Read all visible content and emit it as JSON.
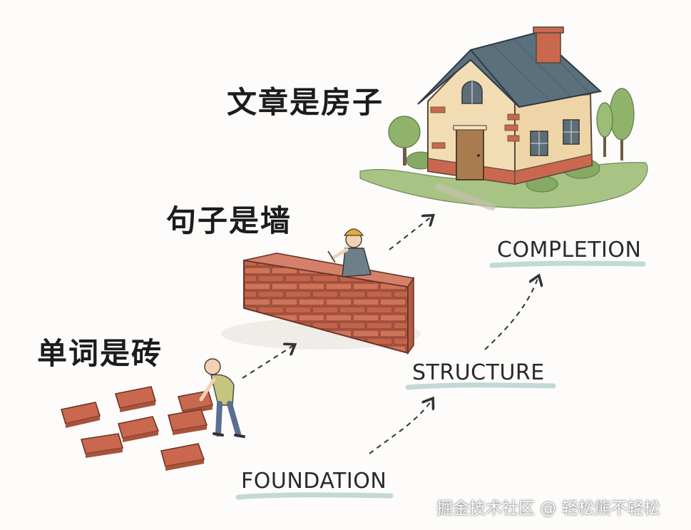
{
  "labels": {
    "house": "文章是房子",
    "wall": "句子是墙",
    "brick": "单词是砖"
  },
  "stages": {
    "foundation": "FOUNDATION",
    "structure": "STRUCTURE",
    "completion": "COMPLETION"
  },
  "watermark": "掘金技术社区 @ 轻松熊不轻松",
  "colors": {
    "brick": "#c9684f",
    "roof": "#5b707d",
    "house_wall": "#f1dcb4",
    "grass": "#8fb36b",
    "stage_underline": "#b7d2cf"
  }
}
